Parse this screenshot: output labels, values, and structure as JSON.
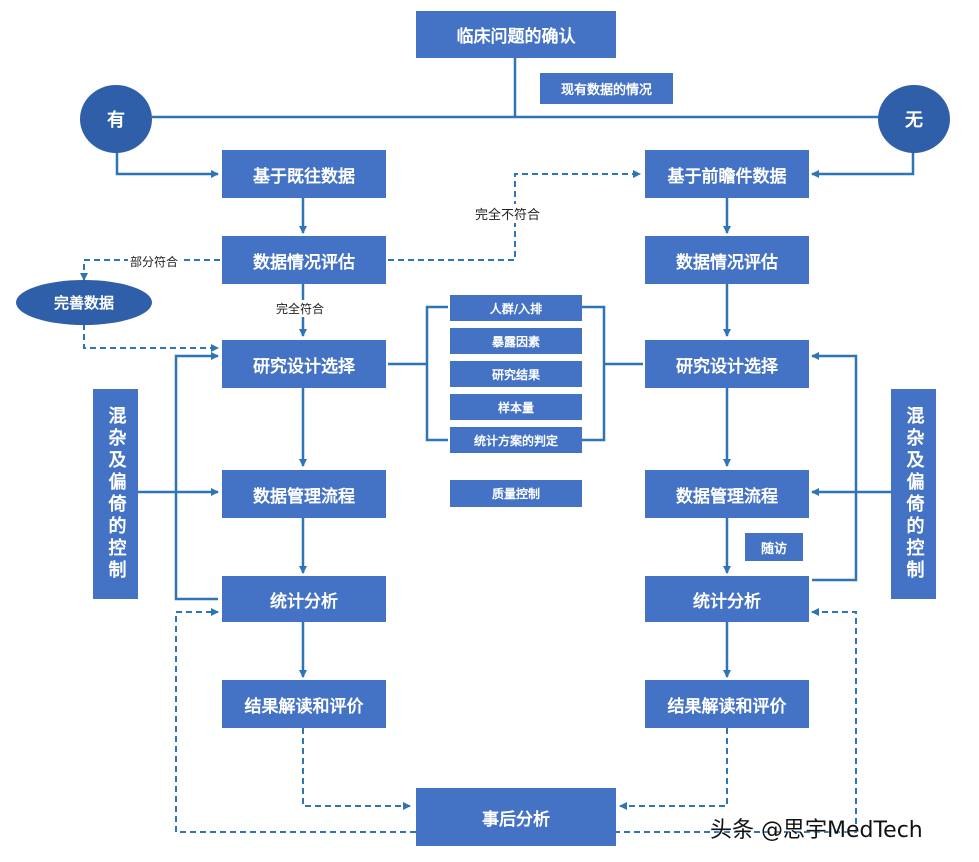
{
  "top": {
    "question": "临床问题的确认",
    "existing_data": "现有数据的情况",
    "yes": "有",
    "no": "无"
  },
  "left": {
    "retro_data": "基于既往数据",
    "assess": "数据情况评估",
    "partial": "部分符合",
    "complete_data": "完善数据",
    "full_match": "完全符合",
    "design": "研究设计选择",
    "manage": "数据管理流程",
    "stats": "统计分析",
    "interpret": "结果解读和评价",
    "confounding": "混杂及偏倚的控制"
  },
  "middle": {
    "no_match": "完全不符合",
    "items": [
      "人群/入排",
      "暴露因素",
      "研究结果",
      "样本量",
      "统计方案的判定"
    ],
    "quality": "质量控制",
    "posthoc": "事后分析"
  },
  "right": {
    "prosp_data": "基于前瞻件数据",
    "assess": "数据情况评估",
    "design": "研究设计选择",
    "manage": "数据管理流程",
    "followup": "随访",
    "stats": "统计分析",
    "interpret": "结果解读和评价",
    "confounding": "混杂及偏倚的控制"
  },
  "watermark": "头条 @思宇MedTech",
  "colors": {
    "box": "#4472c4",
    "circle": "#2e5fa8",
    "line": "#2e75b6"
  }
}
